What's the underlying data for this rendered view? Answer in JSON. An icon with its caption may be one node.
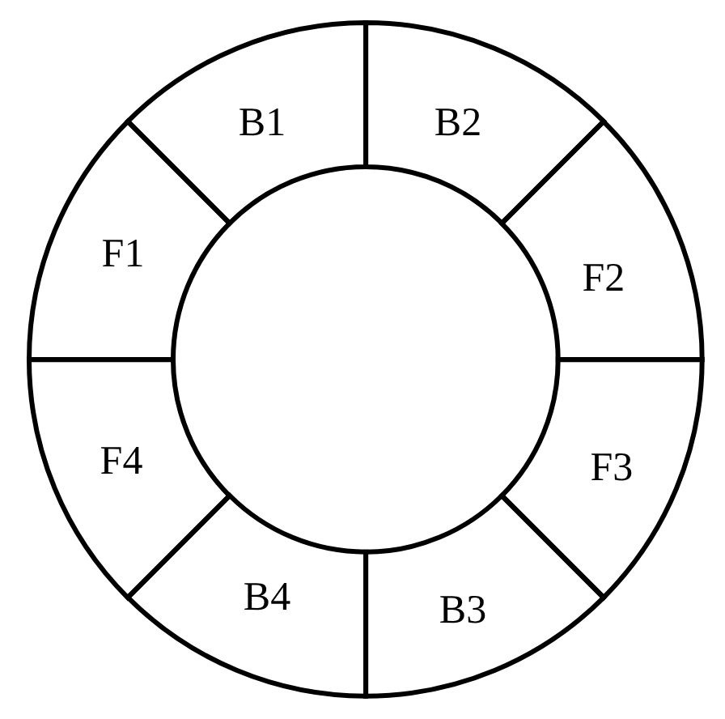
{
  "diagram": {
    "nodes": [
      {
        "text": [
          "B1"
        ]
      },
      {
        "text": [
          "B2"
        ]
      },
      {
        "text": [
          "F1"
        ]
      },
      {
        "text": [
          "F2"
        ]
      },
      {
        "text": [
          "F4"
        ]
      },
      {
        "text": [
          "F3"
        ]
      },
      {
        "text": [
          "B4"
        ]
      },
      {
        "text": [
          "B3"
        ]
      }
    ]
  }
}
